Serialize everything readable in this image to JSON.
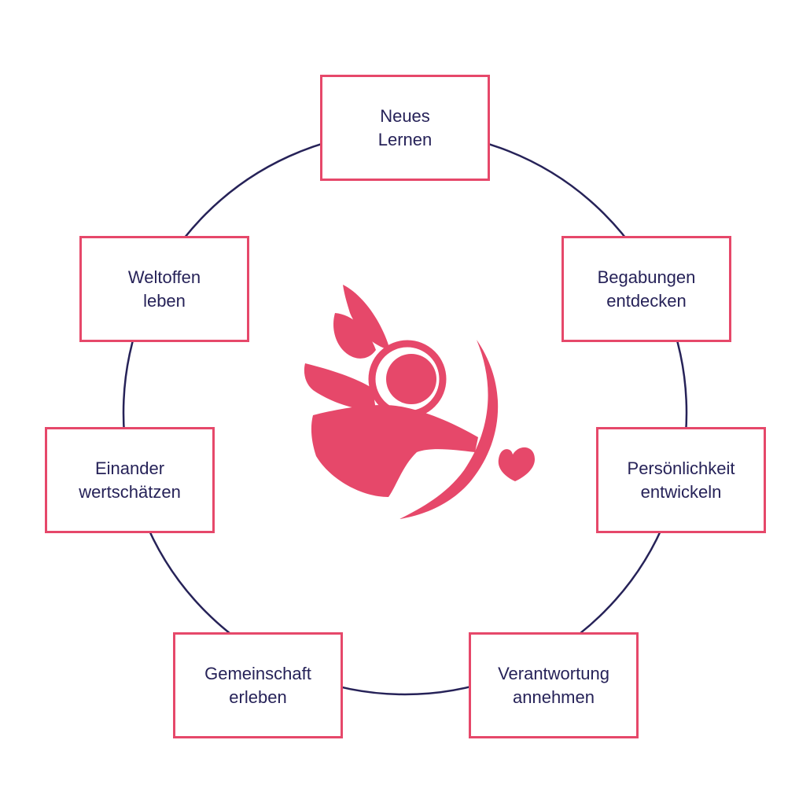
{
  "colors": {
    "accent": "#e6486a",
    "ring": "#262258",
    "text": "#262258",
    "background": "#ffffff"
  },
  "center_icon": "cupid-angel-with-bow-and-heart-arrow-icon",
  "values": [
    {
      "line1": "Neues",
      "line2": "Lernen"
    },
    {
      "line1": "Begabungen",
      "line2": "entdecken"
    },
    {
      "line1": "Persönlichkeit",
      "line2": "entwickeln"
    },
    {
      "line1": "Verantwortung",
      "line2": "annehmen"
    },
    {
      "line1": "Gemeinschaft",
      "line2": "erleben"
    },
    {
      "line1": "Einander",
      "line2": "wertschätzen"
    },
    {
      "line1": "Weltoffen",
      "line2": "leben"
    }
  ]
}
